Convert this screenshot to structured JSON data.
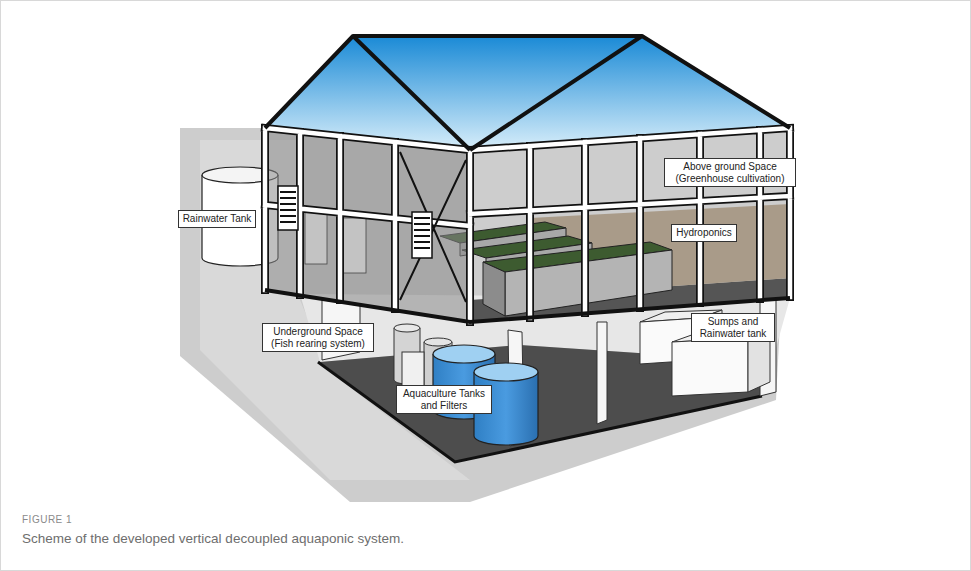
{
  "diagram": {
    "caption": "Scheme of the developed vertical decoupled aquaponic system.",
    "nodes": [
      {
        "text": [
          "Above ground Space (Greenhouse cultivation)"
        ]
      },
      {
        "text": [
          "Rainwater Tank"
        ]
      },
      {
        "text": [
          "Hydroponics"
        ]
      },
      {
        "text": [
          "Underground Space (Fish rearing system)"
        ]
      },
      {
        "text": [
          "Sumps and Rainwater tank"
        ]
      },
      {
        "text": [
          "Aquaculture Tanks and Filters"
        ]
      }
    ],
    "labels": [
      "FIGURE 1"
    ]
  }
}
